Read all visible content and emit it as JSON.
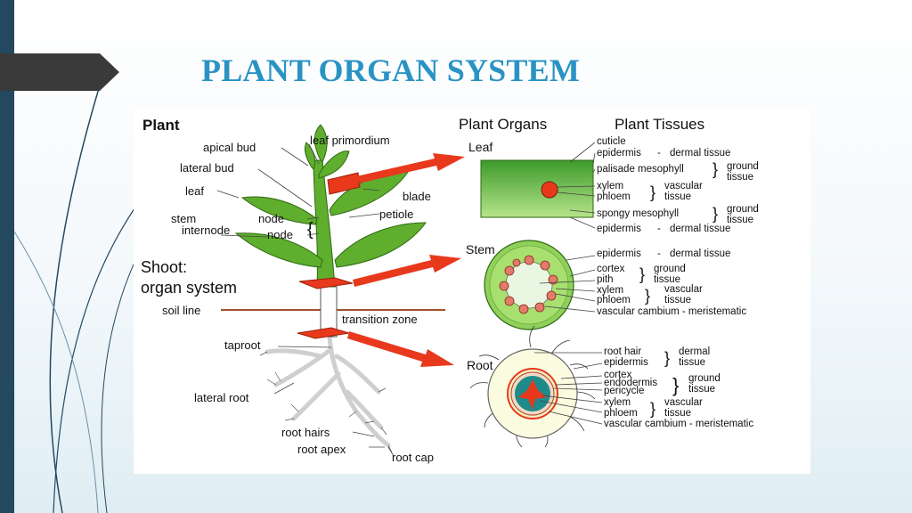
{
  "slide": {
    "title": "PLANT ORGAN SYSTEM",
    "colors": {
      "stripe": "#24485f",
      "title": "#2a93c4",
      "tab": "#3a3a3a",
      "arrow": "#e8391d",
      "leaf_green": "#5fae2e"
    }
  },
  "diagram": {
    "headers": {
      "plant": "Plant",
      "organs": "Plant Organs",
      "tissues": "Plant Tissues"
    },
    "plant_labels": {
      "apical_bud": "apical bud",
      "leaf_primordium": "leaf primordium",
      "lateral_bud": "lateral bud",
      "leaf": "leaf",
      "blade": "blade",
      "petiole": "petiole",
      "stem": "stem",
      "internode": "internode",
      "node_1": "node",
      "node_2": "node",
      "shoot_line1": "Shoot:",
      "shoot_line2": "organ system",
      "soil_line": "soil line",
      "transition_zone": "transition zone",
      "taproot": "taproot",
      "lateral_root": "lateral root",
      "root_hairs": "root hairs",
      "root_apex": "root apex",
      "root_cap": "root cap"
    },
    "organs": {
      "leaf": "Leaf",
      "stem": "Stem",
      "root": "Root"
    },
    "leaf_tissues": {
      "cuticle": "cuticle",
      "epidermis_top": "epidermis",
      "epidermis_top_type": "dermal tissue",
      "palisade": "palisade mesophyll",
      "ground1": "ground",
      "tissue1": "tissue",
      "xylem": "xylem",
      "phloem": "phloem",
      "vascular": "vascular",
      "tissue2": "tissue",
      "spongy": "spongy mesophyll",
      "ground2": "ground",
      "tissue3": "tissue",
      "epidermis_bottom": "epidermis",
      "epidermis_bottom_type": "dermal tissue"
    },
    "stem_tissues": {
      "epidermis": "epidermis",
      "epidermis_type": "dermal tissue",
      "cortex": "cortex",
      "pith": "pith",
      "ground": "ground",
      "tissue1": "tissue",
      "xylem": "xylem",
      "phloem": "phloem",
      "vascular": "vascular",
      "tissue2": "tissue",
      "cambium": "vascular cambium - meristematic"
    },
    "root_tissues": {
      "root_hair": "root hair",
      "epidermis": "epidermis",
      "dermal": "dermal",
      "tissue1": "tissue",
      "cortex": "cortex",
      "endodermis": "endodermis",
      "pericycle": "pericycle",
      "ground": "ground",
      "tissue2": "tissue",
      "xylem": "xylem",
      "phloem": "phloem",
      "vascular": "vascular",
      "tissue3": "tissue",
      "cambium": "vascular cambium - meristematic"
    }
  }
}
